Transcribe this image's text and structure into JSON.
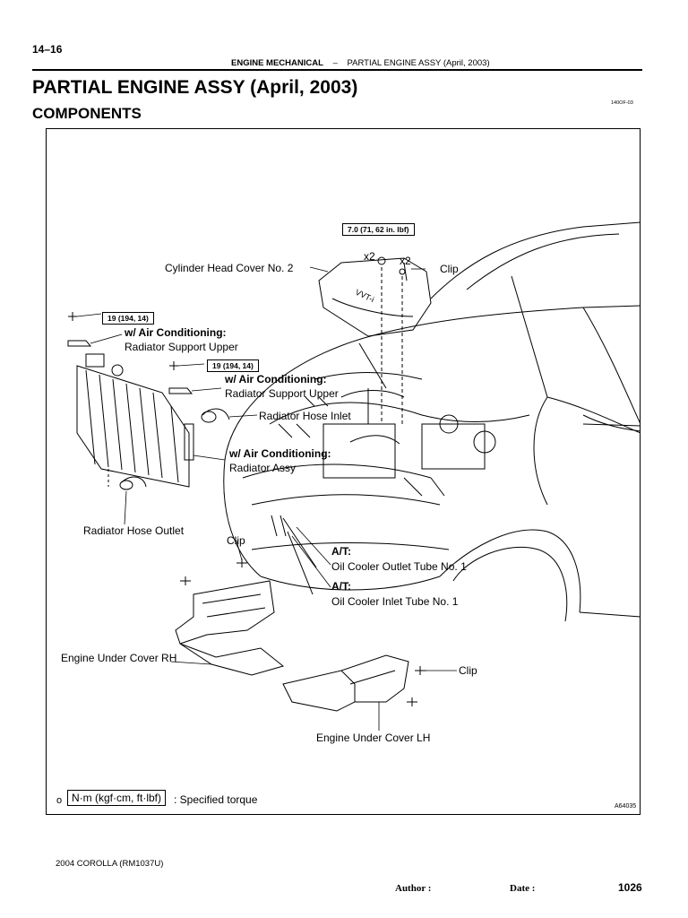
{
  "header": {
    "page_number": "14–16",
    "section": "ENGINE MECHANICAL",
    "separator": "–",
    "topic": "PARTIAL ENGINE ASSY (April, 2003)"
  },
  "title": "PARTIAL ENGINE ASSY (April, 2003)",
  "subtitle": "COMPONENTS",
  "code_ref": "140OF-03",
  "labels": {
    "torque_head_cover": "7.0 (71, 62 in. lbf)",
    "x2_a": "x2",
    "x2_b": "x2",
    "cylinder_head_cover": "Cylinder Head Cover No. 2",
    "clip_top": "Clip",
    "torque_support_1": "19 (194, 14)",
    "ac_1": "w/ Air Conditioning:",
    "support_upper_1": "Radiator Support Upper",
    "torque_support_2": "19 (194, 14)",
    "ac_2": "w/ Air Conditioning:",
    "support_upper_2": "Radiator Support Upper",
    "hose_inlet": "Radiator Hose Inlet",
    "ac_3": "w/ Air Conditioning:",
    "radiator_assy": "Radiator Assy",
    "hose_outlet": "Radiator Hose Outlet",
    "clip_mid": "Clip",
    "at_1": "A/T:",
    "outlet_tube": "Oil Cooler Outlet Tube No. 1",
    "at_2": "A/T:",
    "inlet_tube": "Oil Cooler Inlet Tube No. 1",
    "under_cover_rh": "Engine Under Cover RH",
    "clip_right": "Clip",
    "under_cover_lh": "Engine Under Cover LH"
  },
  "legend": {
    "mark": "o",
    "unit_box": "N·m (kgf·cm, ft·lbf)",
    "text": ": Specified torque"
  },
  "figure_id": "A64035",
  "footer": {
    "model": "2004 COROLLA   (RM1037U)",
    "author": "Author :",
    "date": "Date :",
    "page": "1026"
  }
}
